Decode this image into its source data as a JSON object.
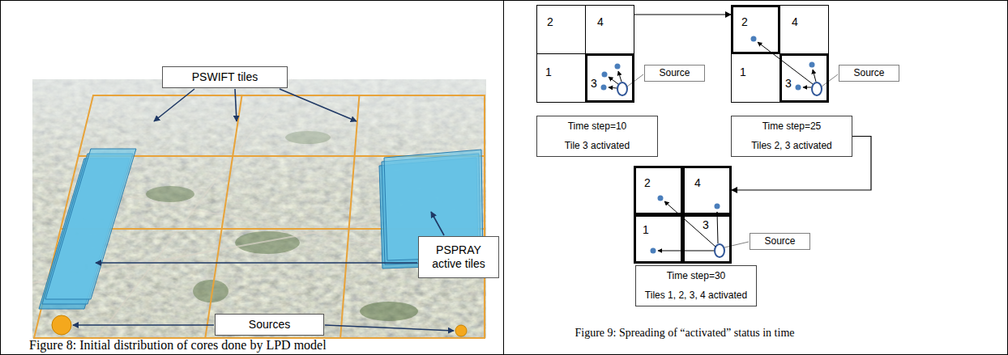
{
  "diagram": {
    "nodes": [
      {
        "text": [
          "PSWIFT tiles"
        ]
      },
      {
        "text": [
          "PSPRAY active tiles"
        ]
      },
      {
        "text": [
          "Sources"
        ]
      },
      {
        "text": [
          "2"
        ]
      },
      {
        "text": [
          "4"
        ]
      },
      {
        "text": [
          "1"
        ]
      },
      {
        "text": [
          "3"
        ]
      },
      {
        "text": [
          "Source"
        ]
      },
      {
        "text": [
          "Time step=10",
          "Tile 3 activated"
        ]
      },
      {
        "text": [
          "2"
        ]
      },
      {
        "text": [
          "4"
        ]
      },
      {
        "text": [
          "1"
        ]
      },
      {
        "text": [
          "3"
        ]
      },
      {
        "text": [
          "Source"
        ]
      },
      {
        "text": [
          "Time step=25",
          "Tiles 2, 3 activated"
        ]
      },
      {
        "text": [
          "2"
        ]
      },
      {
        "text": [
          "4"
        ]
      },
      {
        "text": [
          "1"
        ]
      },
      {
        "text": [
          "3"
        ]
      },
      {
        "text": [
          "Source"
        ]
      },
      {
        "text": [
          "Time step=30",
          "Tiles 1, 2, 3, 4 activated"
        ]
      }
    ],
    "edges": [
      {
        "from": 4,
        "to": 9,
        "arrow": "to"
      },
      {
        "from": 14,
        "to": 16,
        "arrow": "to"
      }
    ],
    "labels": [
      "Figure 8: Initial distribution of cores done by LPD model",
      "Figure 9: Spreading of “activated” status in time"
    ]
  }
}
